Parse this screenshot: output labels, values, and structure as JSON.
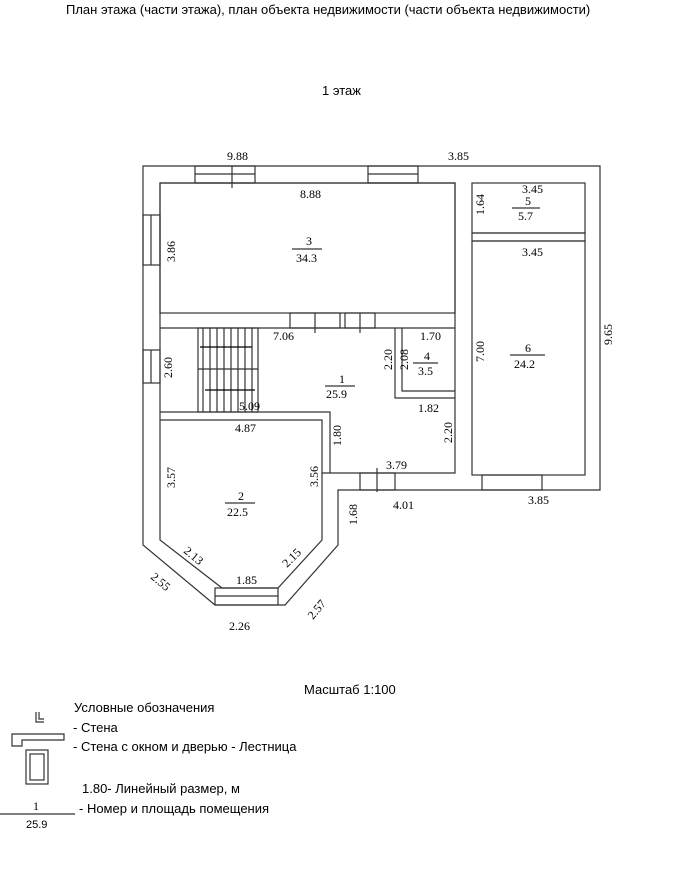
{
  "header": {
    "title": "План этажа (части этажа), план объекта недвижимости (части объекта недвижимости)",
    "floor": "1 этаж"
  },
  "rooms": [
    {
      "number": "1",
      "area": "25.9"
    },
    {
      "number": "2",
      "area": "22.5"
    },
    {
      "number": "3",
      "area": "34.3"
    },
    {
      "number": "4",
      "area": "3.5"
    },
    {
      "number": "5",
      "area": "5.7"
    },
    {
      "number": "6",
      "area": "24.2"
    }
  ],
  "dimensions": {
    "top_left": "9.88",
    "top_right": "3.85",
    "r3_w": "8.88",
    "r3_h": "3.86",
    "r5_w": "3.45",
    "r5_h": "1.64",
    "r6_top": "3.45",
    "r6_h": "7.00",
    "right_total": "9.65",
    "r1_top": "7.06",
    "r4_w": "1.70",
    "r4_h1": "2.20",
    "r4_h2": "2.08",
    "stair_h": "2.60",
    "stair_w": "5.09",
    "r1_182": "1.82",
    "r1_220": "2.20",
    "r2_top": "4.87",
    "r1_180": "1.80",
    "r2_left": "3.57",
    "r2_right": "3.56",
    "r1_bottom": "3.79",
    "ext_401": "4.01",
    "r6_bottom": "3.85",
    "ext_168": "1.68",
    "bay_l1": "2.13",
    "bay_r1": "2.15",
    "bay_c": "1.85",
    "bay_l2": "2.55",
    "bay_r2": "2.57",
    "bay_bottom": "2.26"
  },
  "scale": "Масштаб 1:100",
  "legend": {
    "title": "Условные обозначения",
    "wall": "- Стена",
    "wall_window": "- Стена с окном и дверью - Лестница",
    "linear": "1.80- Линейный размер, м",
    "room": "- Номер и площадь помещения",
    "sample_number": "1",
    "sample_area": "25.9"
  }
}
